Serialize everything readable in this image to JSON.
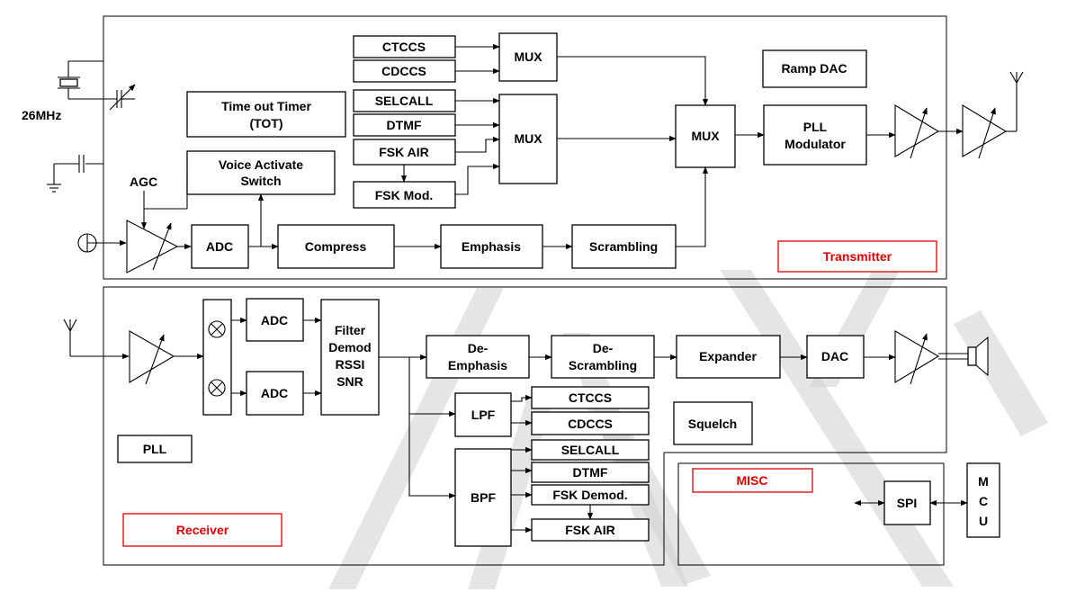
{
  "sections": {
    "transmitter": "Transmitter",
    "receiver": "Receiver",
    "misc": "MISC"
  },
  "crystal_label": "26MHz",
  "agc_label": "AGC",
  "transmitter": {
    "ctccs": "CTCCS",
    "cdccs": "CDCCS",
    "mux_tone": "MUX",
    "ramp_dac": "Ramp DAC",
    "selcall": "SELCALL",
    "dtmf": "DTMF",
    "fsk_air": "FSK AIR",
    "fsk_mod": "FSK Mod.",
    "mux_data": "MUX",
    "mux_main": "MUX",
    "pll_modulator": [
      "PLL",
      "Modulator"
    ],
    "tot": [
      "Time out Timer",
      "(TOT)"
    ],
    "vox": [
      "Voice Activate",
      "Switch"
    ],
    "adc": "ADC",
    "compress": "Compress",
    "emphasis": "Emphasis",
    "scrambling": "Scrambling"
  },
  "receiver": {
    "adc_top": "ADC",
    "adc_bottom": "ADC",
    "filter": [
      "Filter",
      "Demod",
      "RSSI",
      "SNR"
    ],
    "de_emphasis": [
      "De-",
      "Emphasis"
    ],
    "de_scrambling": [
      "De-",
      "Scrambling"
    ],
    "expander": "Expander",
    "dac": "DAC",
    "lpf": "LPF",
    "ctccs": "CTCCS",
    "cdccs": "CDCCS",
    "squelch": "Squelch",
    "pll": "PLL",
    "bpf": "BPF",
    "selcall": "SELCALL",
    "dtmf": "DTMF",
    "fsk_demod": "FSK Demod.",
    "fsk_air": "FSK AIR"
  },
  "misc": {
    "spi": "SPI",
    "mcu": [
      "M",
      "C",
      "U"
    ]
  }
}
